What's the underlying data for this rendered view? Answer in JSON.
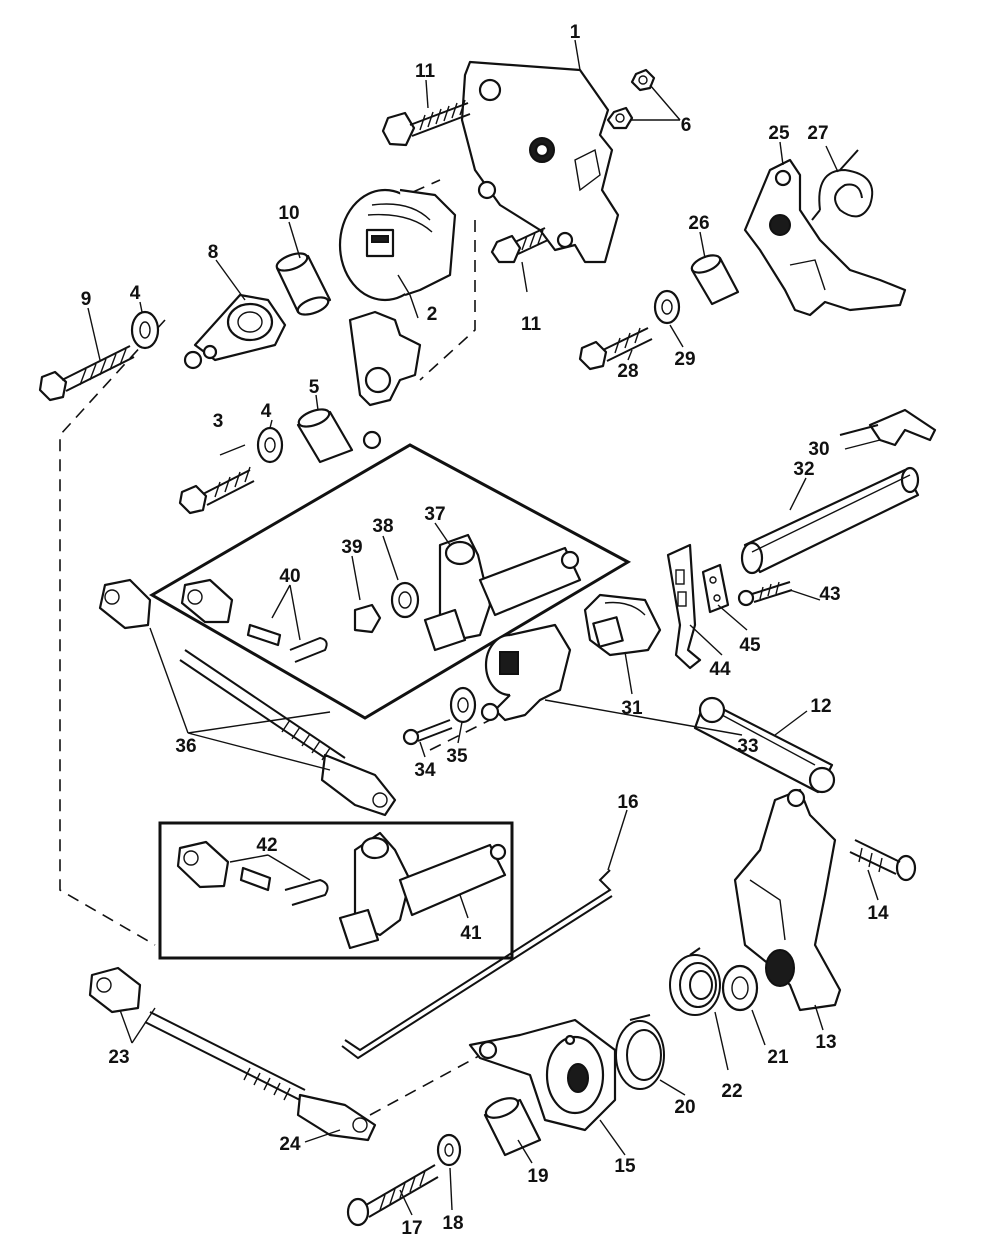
{
  "callouts": [
    "1",
    "2",
    "3",
    "4",
    "5",
    "6",
    "8",
    "9",
    "10",
    "11",
    "12",
    "13",
    "14",
    "15",
    "16",
    "17",
    "18",
    "19",
    "20",
    "21",
    "22",
    "23",
    "24",
    "25",
    "26",
    "27",
    "28",
    "29",
    "30",
    "31",
    "32",
    "33",
    "34",
    "35",
    "36",
    "37",
    "38",
    "39",
    "40",
    "41",
    "42",
    "43",
    "44",
    "45"
  ],
  "labels": {
    "c1": "1",
    "c2": "2",
    "c3": "3",
    "c4a": "4",
    "c4b": "4",
    "c5": "5",
    "c6": "6",
    "c8": "8",
    "c9": "9",
    "c10": "10",
    "c11a": "11",
    "c11b": "11",
    "c12": "12",
    "c13": "13",
    "c14": "14",
    "c15": "15",
    "c16": "16",
    "c17": "17",
    "c18": "18",
    "c19": "19",
    "c20": "20",
    "c21": "21",
    "c22": "22",
    "c23": "23",
    "c24": "24",
    "c25": "25",
    "c26": "26",
    "c27": "27",
    "c28": "28",
    "c29": "29",
    "c30": "30",
    "c31": "31",
    "c32": "32",
    "c33": "33",
    "c34": "34",
    "c35": "35",
    "c36": "36",
    "c37": "37",
    "c38": "38",
    "c39": "39",
    "c40": "40",
    "c41": "41",
    "c42": "42",
    "c43": "43",
    "c44": "44",
    "c45": "45"
  }
}
